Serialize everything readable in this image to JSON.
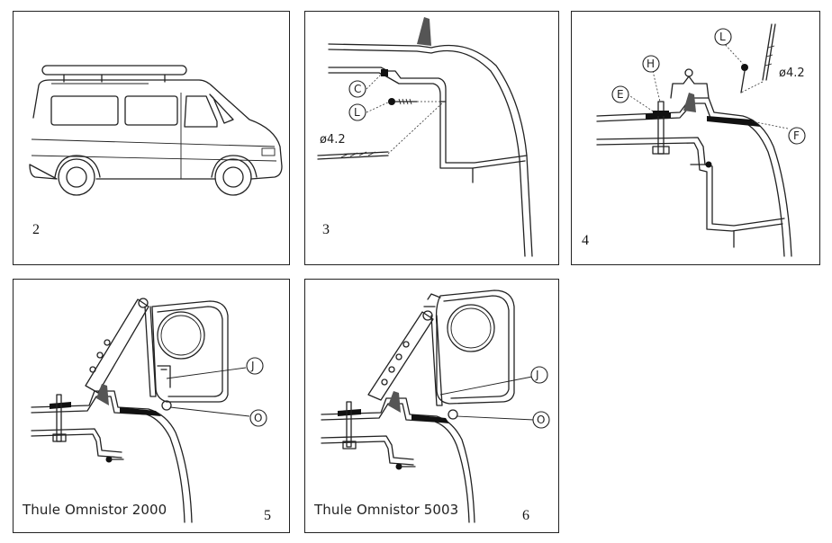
{
  "panels": [
    {
      "number": "2",
      "caption": ""
    },
    {
      "number": "3",
      "caption": "",
      "labels": {
        "c": "C",
        "l": "L",
        "drill": "ø4.2"
      }
    },
    {
      "number": "4",
      "caption": "",
      "labels": {
        "e": "E",
        "h": "H",
        "l": "L",
        "f": "F",
        "drill": "ø4.2"
      }
    },
    {
      "number": "5",
      "caption": "Thule Omnistor 2000",
      "labels": {
        "j": "J",
        "o": "O"
      }
    },
    {
      "number": "6",
      "caption": "Thule Omnistor 5003",
      "labels": {
        "j": "J",
        "o": "O"
      }
    }
  ]
}
